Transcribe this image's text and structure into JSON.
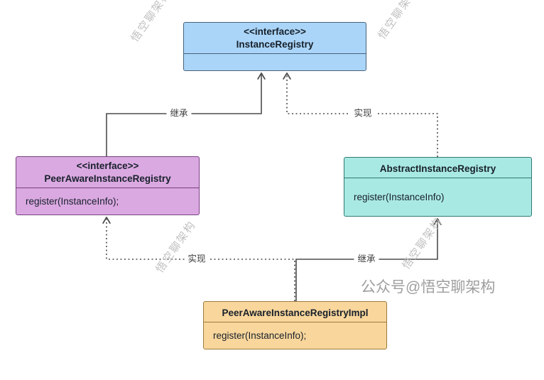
{
  "diagram": {
    "classes": {
      "instanceRegistry": {
        "stereotype": "<<interface>>",
        "name": "InstanceRegistry"
      },
      "peerAware": {
        "stereotype": "<<interface>>",
        "name": "PeerAwareInstanceRegistry",
        "member": "register(InstanceInfo);"
      },
      "abstract": {
        "name": "AbstractInstanceRegistry",
        "member": "register(InstanceInfo)"
      },
      "impl": {
        "name": "PeerAwareInstanceRegistryImpl",
        "member": "register(InstanceInfo);"
      }
    },
    "edge_labels": {
      "inherit_top": "继承",
      "implement_top": "实现",
      "implement_bottom": "实现",
      "inherit_bottom": "继承"
    },
    "colors": {
      "interface_blue": "#aad5f8",
      "interface_purple": "#dba9e2",
      "abstract_cyan": "#a9e9e3",
      "impl_orange": "#f9d69c",
      "edge_line": "#4d4d4d"
    }
  },
  "watermarks": {
    "diagonal_text": "悟空聊架构",
    "footer_text": "公众号@悟空聊架构"
  }
}
